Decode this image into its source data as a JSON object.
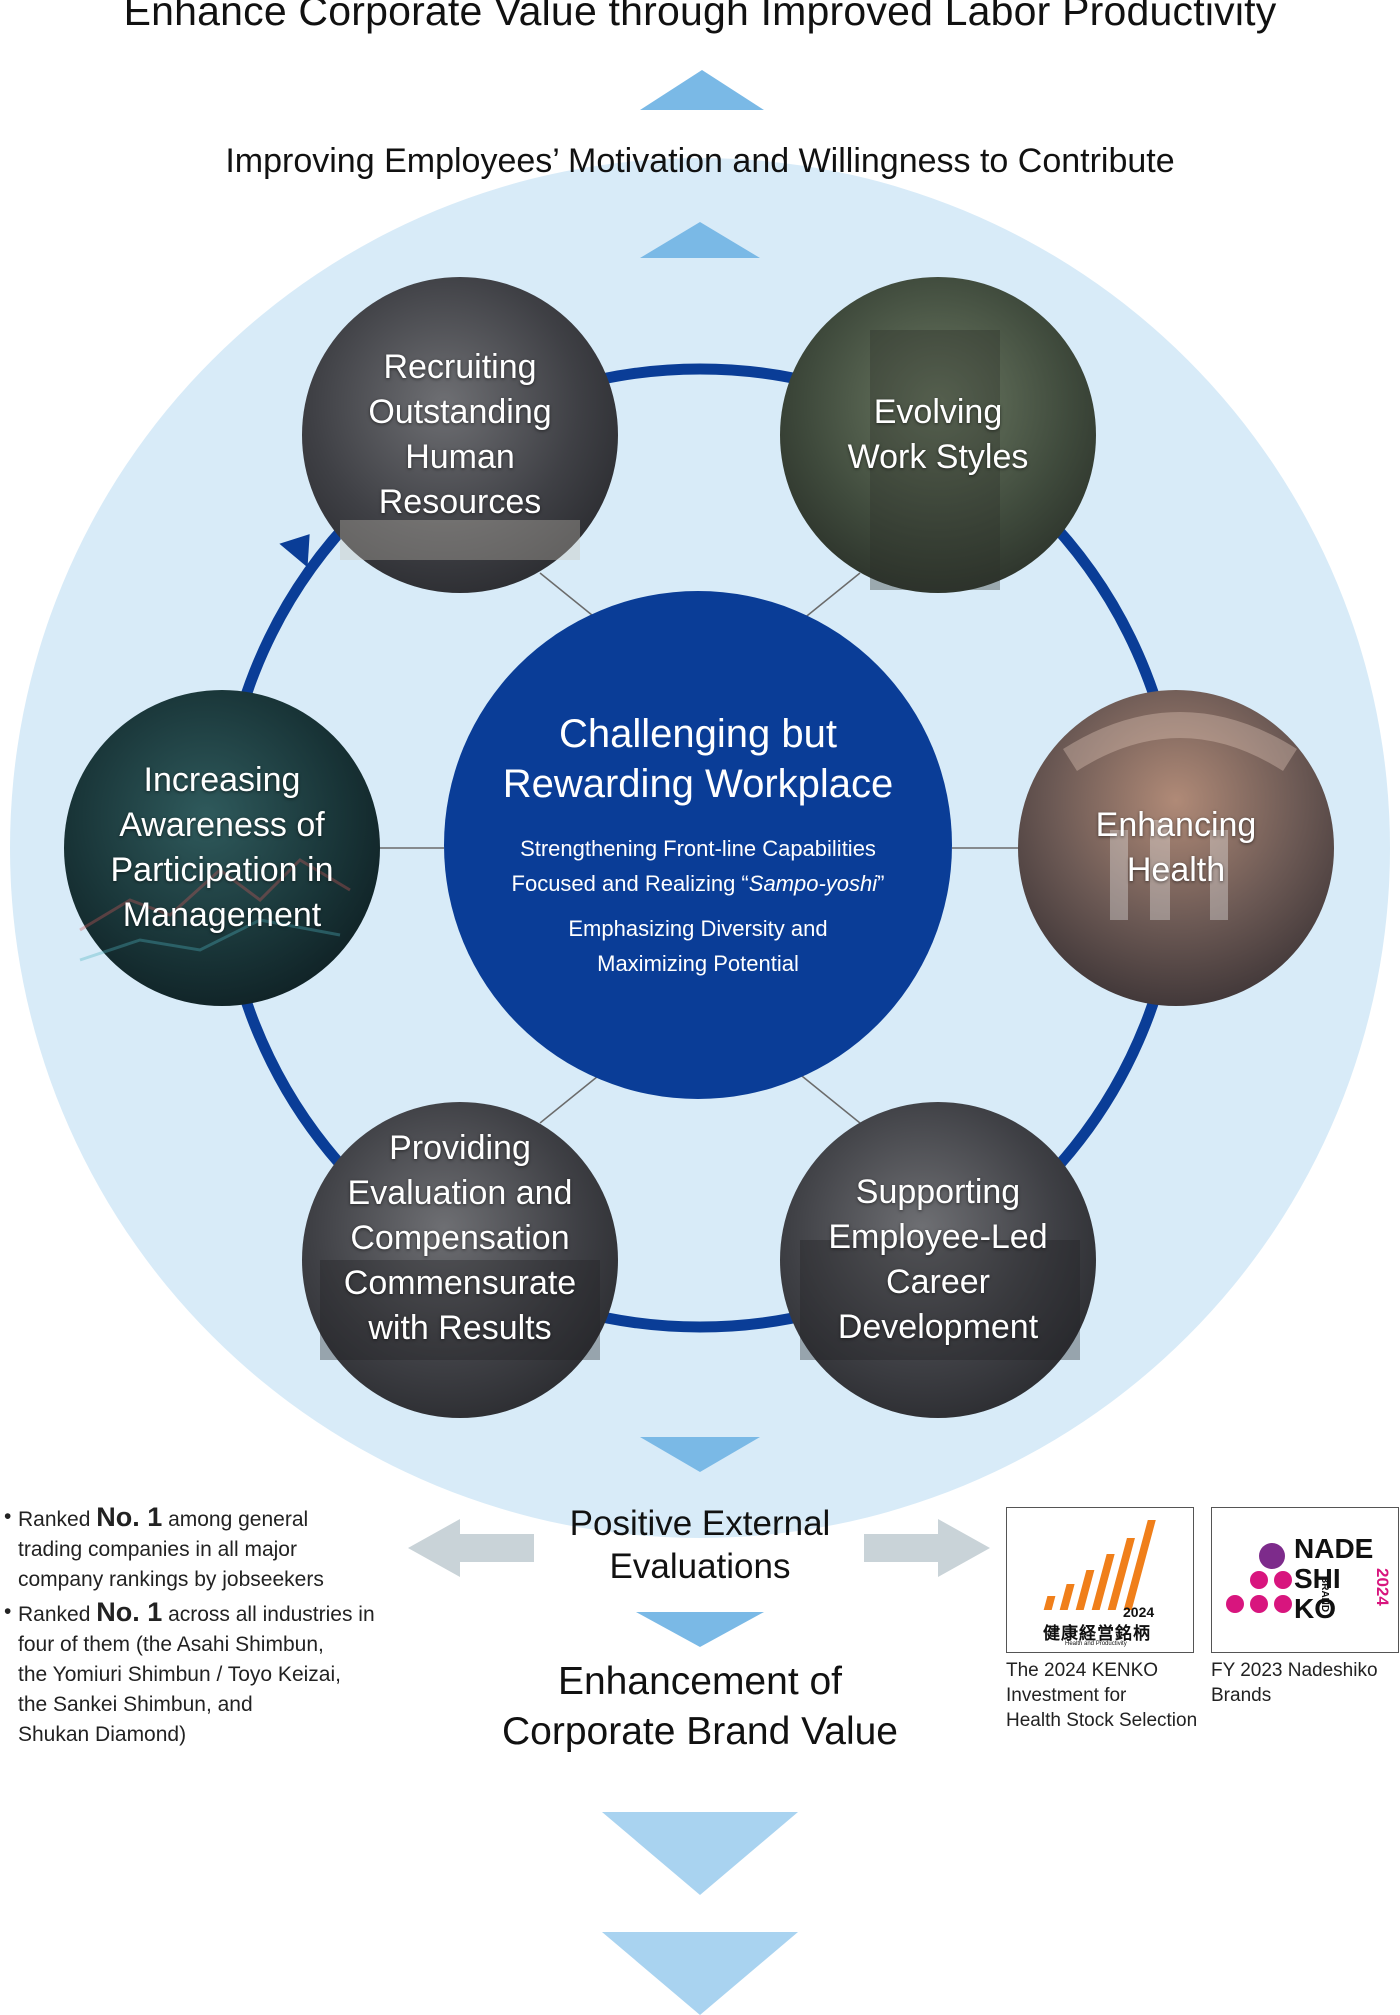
{
  "title": "Enhance Corporate Value through Improved Labor Productivity",
  "motivation": "Improving Employees’ Motivation and Willingness to Contribute",
  "core": {
    "title_line1": "Challenging but",
    "title_line2": "Rewarding Workplace",
    "sub_line1": "Strengthening Front-line Capabilities",
    "sub_line2_prefix": "Focused and Realizing “",
    "sub_line2_italic": "Sampo-yoshi",
    "sub_line2_suffix": "”",
    "sub_line3": "Emphasizing Diversity and",
    "sub_line4": "Maximizing Potential"
  },
  "nodes": [
    {
      "lines": [
        "Recruiting",
        "Outstanding",
        "Human",
        "Resources"
      ]
    },
    {
      "lines": [
        "Evolving",
        "Work Styles"
      ]
    },
    {
      "lines": [
        "Enhancing",
        "Health"
      ]
    },
    {
      "lines": [
        "Supporting",
        "Employee-Led",
        "Career",
        "Development"
      ]
    },
    {
      "lines": [
        "Providing",
        "Evaluation and",
        "Compensation",
        "Commensurate",
        "with Results"
      ]
    },
    {
      "lines": [
        "Increasing",
        "Awareness of",
        "Participation in",
        "Management"
      ]
    }
  ],
  "external": {
    "line1": "Positive External",
    "line2": "Evaluations"
  },
  "brand": {
    "line1": "Enhancement of",
    "line2": "Corporate Brand Value"
  },
  "rankings": [
    {
      "bullet": "•",
      "pre": "Ranked ",
      "no": "No. 1",
      "post1": " among general",
      "lines": [
        "trading companies in all major",
        "company rankings by jobseekers"
      ]
    },
    {
      "bullet": "•",
      "pre": "Ranked ",
      "no": "No. 1",
      "post1": " across all industries in",
      "lines": [
        "four of them (the Asahi Shimbun,",
        "the Yomiuri Shimbun / Toyo Keizai,",
        "the Sankei Shimbun, and",
        "Shukan Diamond)"
      ]
    }
  ],
  "logos": {
    "kenko": {
      "year": "2024",
      "jp": "健康経営銘柄",
      "en": "Health and Productivity",
      "caption": [
        "The 2024 KENKO",
        "Investment for",
        "Health Stock Selection"
      ]
    },
    "nadeshiko": {
      "row1": "NADE",
      "row2": "SHI",
      "row3": "KO",
      "side_brand": "BRAND",
      "side_year": "2024",
      "caption": [
        "FY 2023 Nadeshiko",
        "Brands"
      ]
    }
  },
  "colors": {
    "navy": "#0a3d97",
    "light_blue": "#d8ebf8",
    "arrow_blue": "#7ab9e6",
    "gray_arrow": "#c9d3d8",
    "kenko_orange": "#f07f1a",
    "nadeshiko_magenta": "#d8157e",
    "nadeshiko_purple": "#7d2b8b"
  }
}
